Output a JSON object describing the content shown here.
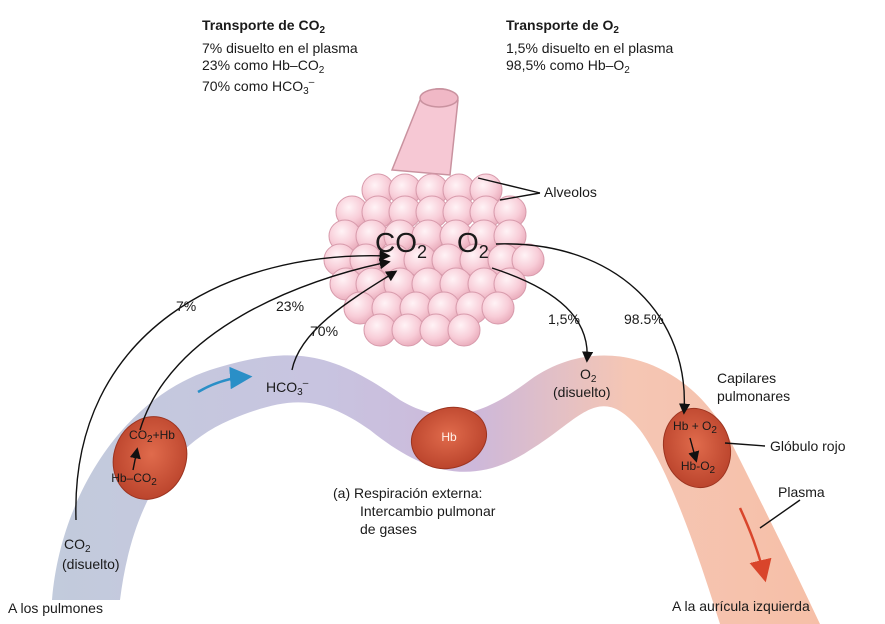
{
  "co2_transport": {
    "title": "Transporte de CO",
    "title_sub": "2",
    "line1": "7% disuelto en el plasma",
    "line2_pre": "23% como Hb–CO",
    "line2_sub": "2",
    "line3_pre": "70% como HCO",
    "line3_sub": "3",
    "line3_sup": "–"
  },
  "o2_transport": {
    "title": "Transporte de  O",
    "title_sub": "2",
    "line1": "1,5% disuelto en el plasma",
    "line2_pre": "98,5% como Hb–O",
    "line2_sub": "2"
  },
  "labels": {
    "alveolos": "Alveolos",
    "co2": "CO",
    "co2_sub": "2",
    "o2": "O",
    "o2_sub": "2",
    "pct_7": "7%",
    "pct_23": "23%",
    "pct_70": "70%",
    "pct_1_5": "1,5%",
    "pct_98_5": "98.5%",
    "hco3": "HCO",
    "hco3_sub": "3",
    "hco3_sup": "–",
    "o2_dissolved_o": "O",
    "o2_dissolved_sub": "2",
    "o2_dissolved_text": "(disuelto)",
    "capilares_1": "Capilares",
    "capilares_2": "pulmonares",
    "globulo_rojo": "Glóbulo rojo",
    "plasma": "Plasma",
    "hb_center": "Hb",
    "rbc_left_top": "CO",
    "rbc_left_top_sub": "2",
    "rbc_left_top_tail": "+Hb",
    "rbc_left_bottom": "Hb–CO",
    "rbc_left_bottom_sub": "2",
    "rbc_right_top": "Hb + O",
    "rbc_right_top_sub": "2",
    "rbc_right_bottom": "Hb-O",
    "rbc_right_bottom_sub": "2",
    "co2_dissolved_co": "CO",
    "co2_dissolved_sub": "2",
    "co2_dissolved_text": "(disuelto)",
    "caption_1": "(a) Respiración externa:",
    "caption_2": "Intercambio pulmonar",
    "caption_3": "de gases",
    "a_los_pulmones": "A los pulmones",
    "a_la_auricula": "A la aurícula izquierda"
  },
  "colors": {
    "vessel_blue": "#c7cfe0",
    "vessel_purple": "#c9b7dc",
    "vessel_orange": "#f6c7b1",
    "rbc": "#d45a3c",
    "alveoli": "#f6c8d4",
    "flow_arrow_blue": "#2a8fc7",
    "flow_arrow_red": "#d9452b"
  }
}
